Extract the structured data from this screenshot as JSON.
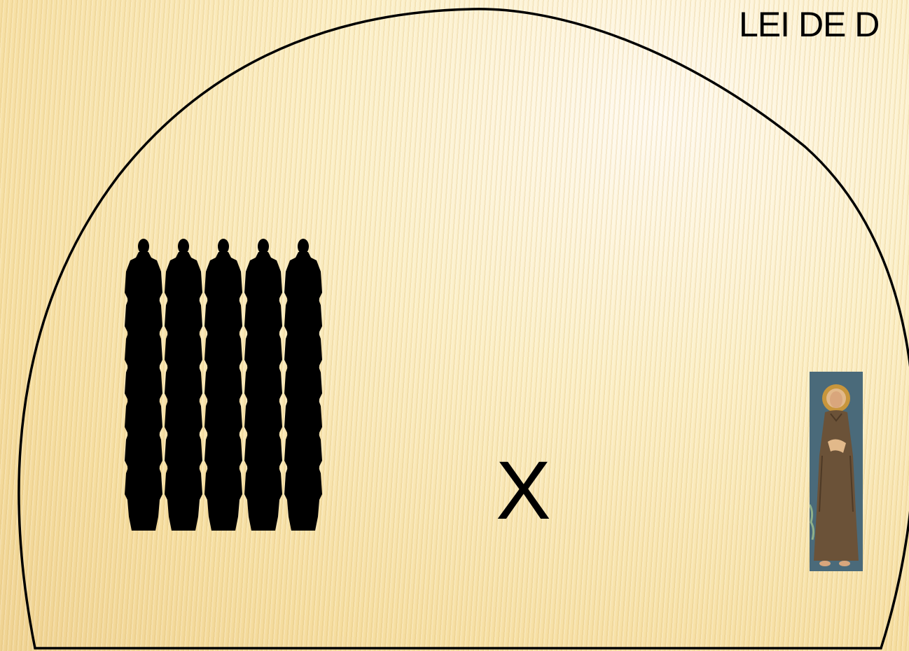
{
  "slide": {
    "title": "LEI DE D",
    "versus": "X"
  },
  "crowd": {
    "columns": 5,
    "rows": 7,
    "silhouette_color": "#000000"
  },
  "saint_figure": {
    "robe_color": "#6b5238",
    "halo_color": "#c8963c",
    "background_color": "#4a6a7a"
  },
  "colors": {
    "background": "#fbe9b4",
    "stroke": "#000000"
  }
}
